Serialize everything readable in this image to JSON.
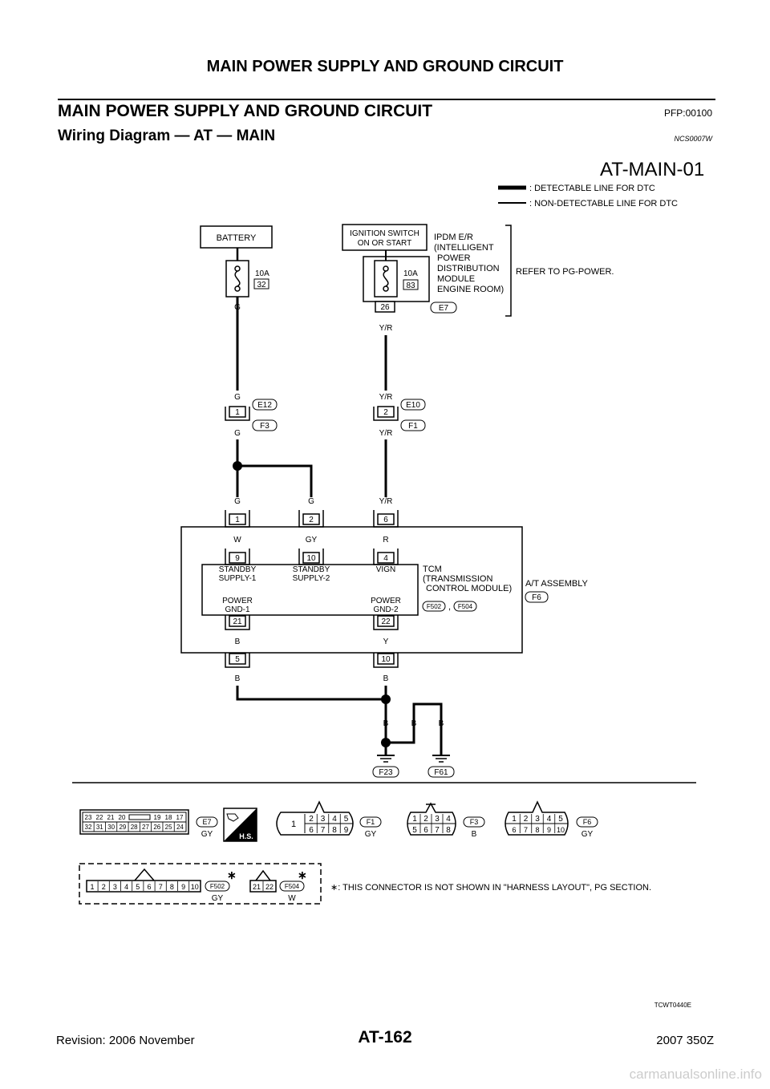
{
  "header": {
    "title": "MAIN POWER SUPPLY AND GROUND CIRCUIT",
    "section_title": "MAIN POWER SUPPLY AND GROUND CIRCUIT",
    "pfp": "PFP:00100",
    "subtitle": "Wiring Diagram — AT — MAIN",
    "ncs": "NCS0007W"
  },
  "diagram": {
    "id": "AT-MAIN-01",
    "legend": {
      "detectable": ": DETECTABLE LINE FOR DTC",
      "non_detectable": ": NON-DETECTABLE LINE FOR DTC"
    },
    "battery": "BATTERY",
    "ign_switch": [
      "IGNITION SWITCH",
      "ON OR START"
    ],
    "ipdm_label": [
      "IPDM E/R",
      "(INTELLIGENT",
      "POWER",
      "DISTRIBUTION",
      "MODULE",
      "ENGINE ROOM)"
    ],
    "refer": "REFER TO PG-POWER.",
    "fuse_left": {
      "amp": "10A",
      "num": "32"
    },
    "fuse_right": {
      "amp": "10A",
      "num": "83"
    },
    "pin_26": "26",
    "conn_e7": "E7",
    "wire": {
      "g": "G",
      "yr": "Y/R",
      "w": "W",
      "gy": "GY",
      "r": "R",
      "b": "B",
      "y": "Y"
    },
    "pins": {
      "p1": "1",
      "p2": "2",
      "p6": "6",
      "p9": "9",
      "p10": "10",
      "p4": "4",
      "p21": "21",
      "p22": "22",
      "p5": "5"
    },
    "conns": {
      "e12": "E12",
      "f3": "F3",
      "e10": "E10",
      "f1": "F1",
      "f6": "F6",
      "f502": "F502",
      "f504": "F504",
      "f23": "F23",
      "f61": "F61",
      "comma": ","
    },
    "tcm": {
      "standby1": [
        "STANDBY",
        "SUPPLY-1"
      ],
      "standby2": [
        "STANDBY",
        "SUPPLY-2"
      ],
      "vign": "VIGN",
      "gnd1": [
        "POWER",
        "GND-1"
      ],
      "gnd2": [
        "POWER",
        "GND-2"
      ],
      "label": [
        "TCM",
        "(TRANSMISSION",
        "CONTROL MODULE)"
      ]
    },
    "at_assembly": "A/T ASSEMBLY"
  },
  "connectors": {
    "e7": {
      "row1": [
        "23",
        "22",
        "21",
        "20",
        "19",
        "18",
        "17"
      ],
      "row2": [
        "32",
        "31",
        "30",
        "29",
        "28",
        "27",
        "26",
        "25",
        "24"
      ],
      "name": "E7",
      "color": "GY"
    },
    "hs": "H.S.",
    "f1": {
      "big": "1",
      "row1": [
        "2",
        "3",
        "4",
        "5"
      ],
      "row2": [
        "6",
        "7",
        "8",
        "9"
      ],
      "name": "F1",
      "color": "GY"
    },
    "f3": {
      "row1": [
        "1",
        "2",
        "3",
        "4"
      ],
      "row2": [
        "5",
        "6",
        "7",
        "8"
      ],
      "name": "F3",
      "color": "B"
    },
    "f6": {
      "row1": [
        "1",
        "2",
        "3",
        "4",
        "5"
      ],
      "row2": [
        "6",
        "7",
        "8",
        "9",
        "10"
      ],
      "name": "F6",
      "color": "GY"
    },
    "f502": {
      "row": [
        "1",
        "2",
        "3",
        "4",
        "5",
        "6",
        "7",
        "8",
        "9",
        "10"
      ],
      "name": "F502",
      "color": "GY"
    },
    "f504": {
      "row": [
        "21",
        "22"
      ],
      "name": "F504",
      "color": "W"
    },
    "note": "∗: THIS CONNECTOR IS NOT SHOWN IN \"HARNESS LAYOUT\", PG SECTION.",
    "star": "∗"
  },
  "figure_code": "TCWT0440E",
  "footer": {
    "revision": "Revision: 2006 November",
    "page": "AT-162",
    "model": "2007 350Z"
  },
  "watermark": "carmanualsonline.info"
}
